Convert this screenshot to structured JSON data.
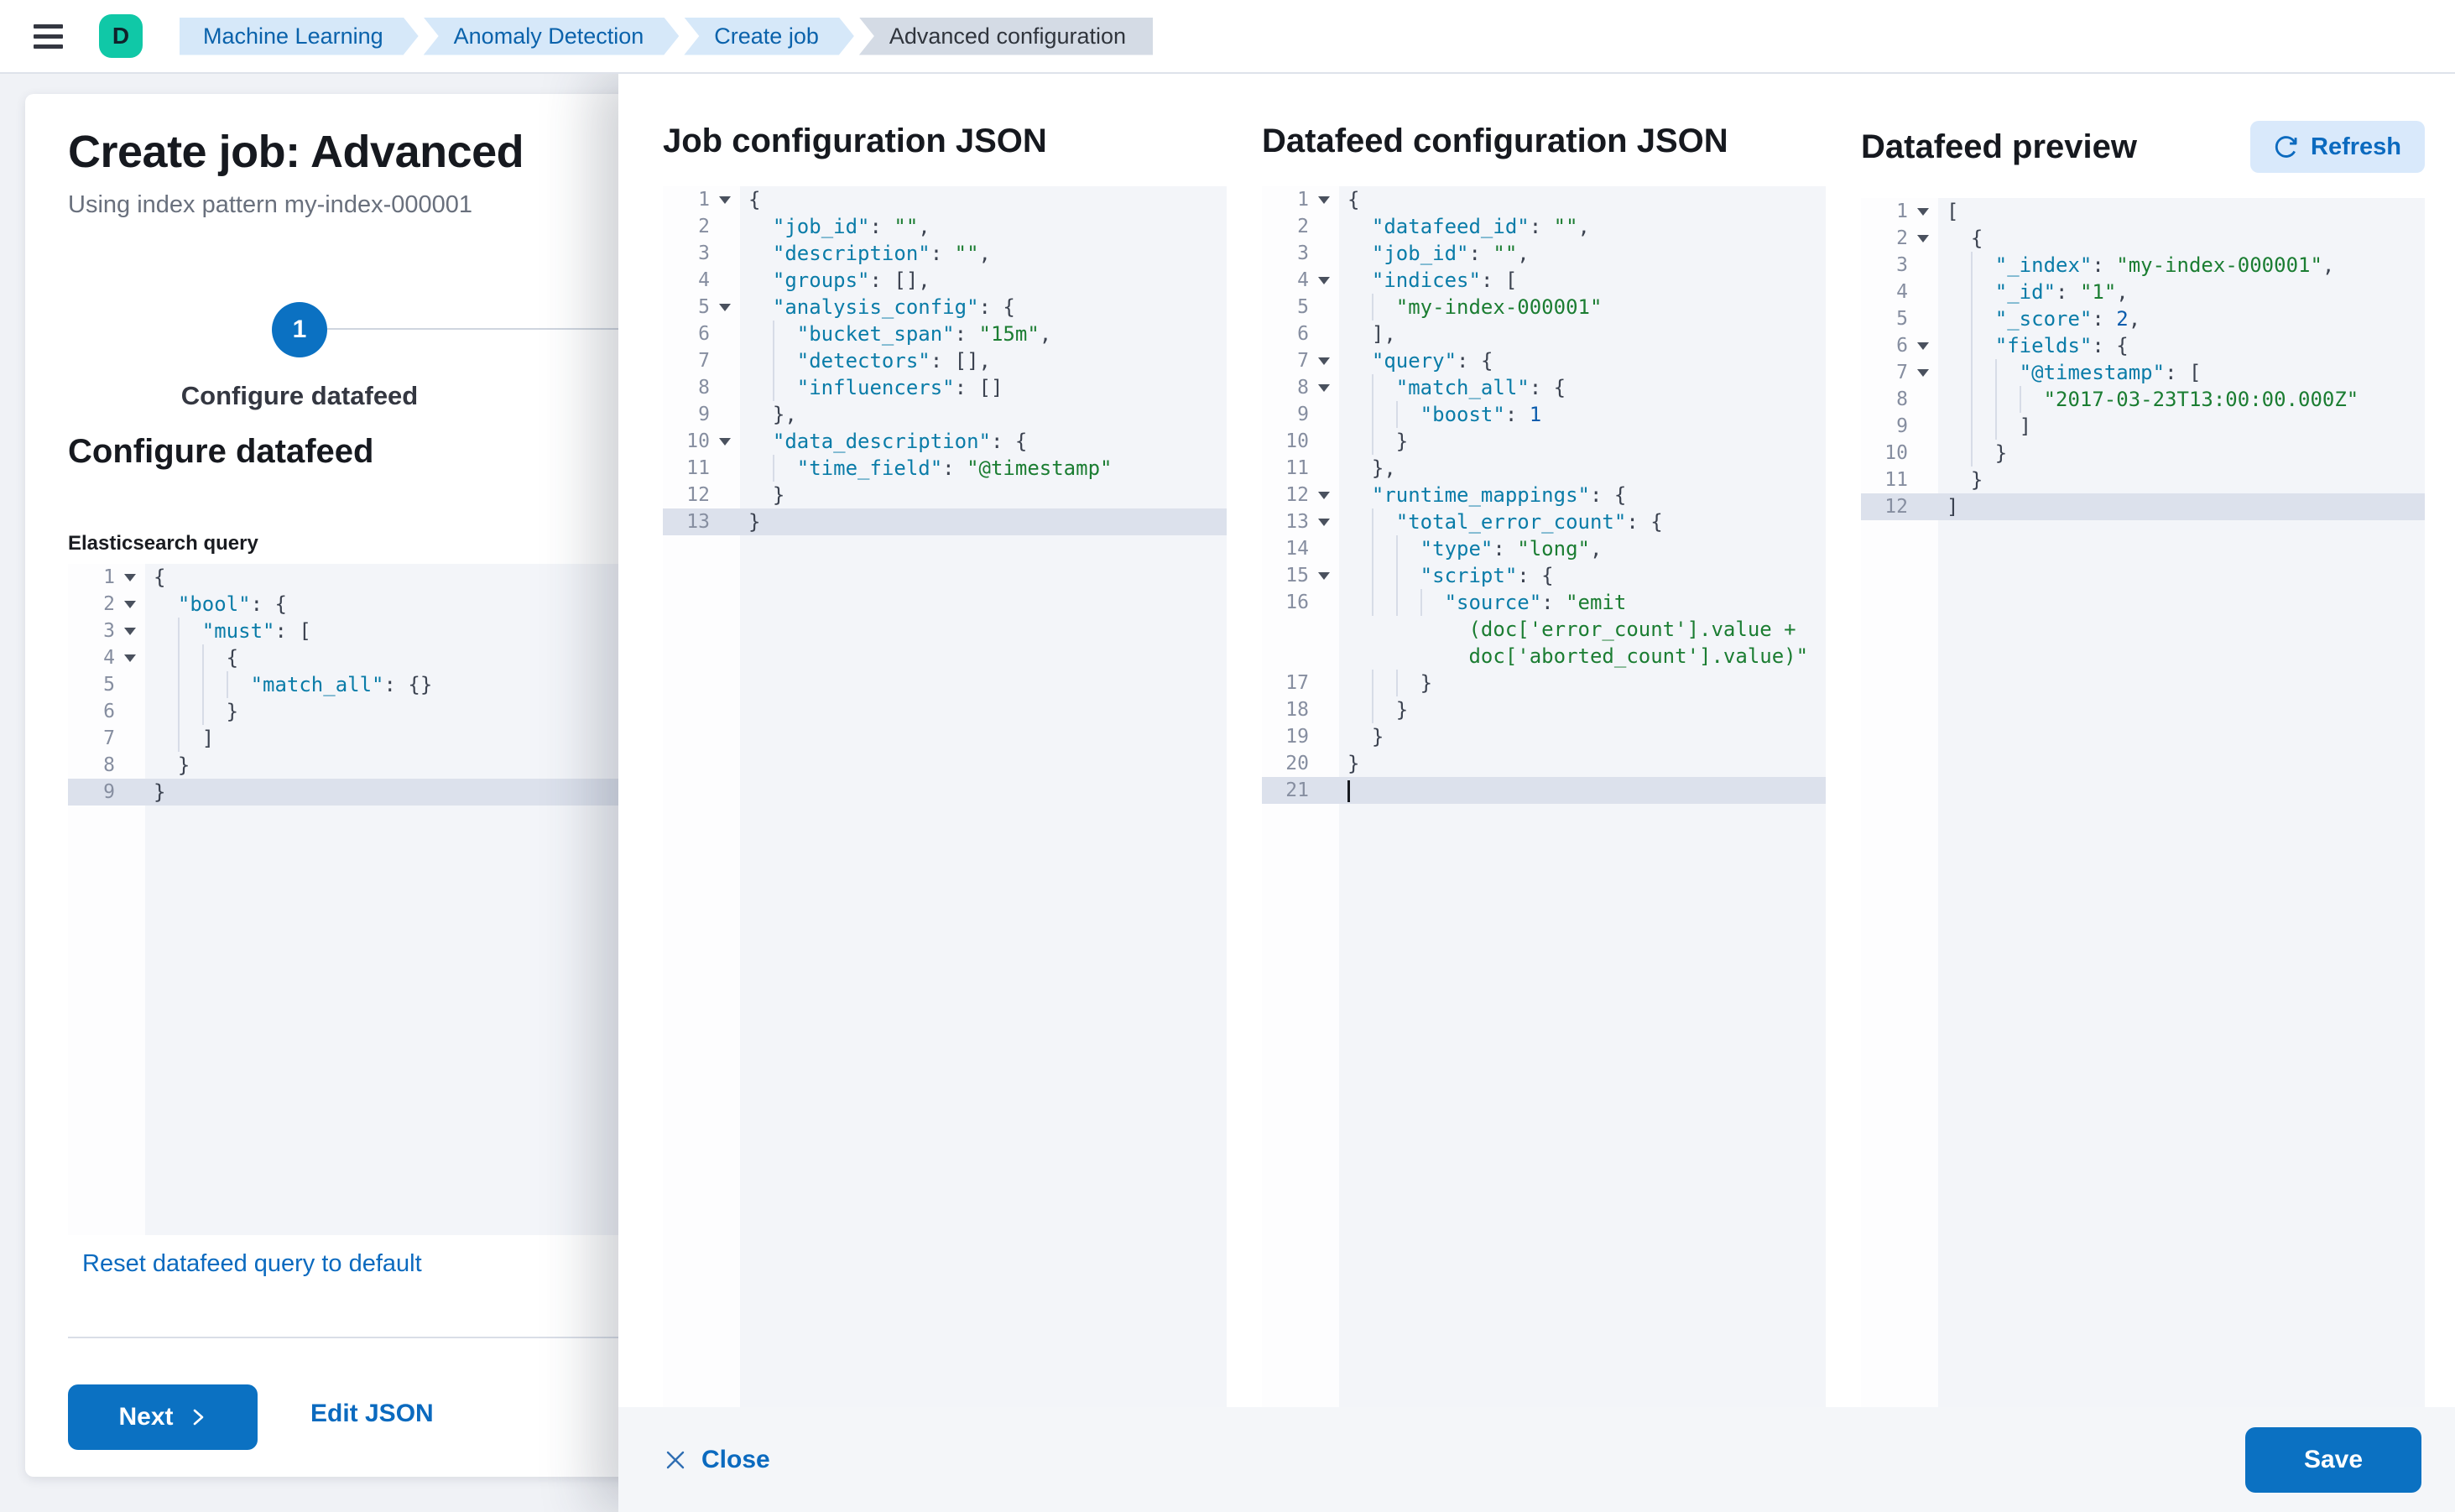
{
  "header": {
    "avatar_initial": "D",
    "breadcrumbs": [
      "Machine Learning",
      "Anomaly Detection",
      "Create job",
      "Advanced configuration"
    ]
  },
  "page": {
    "title": "Create job: Advanced",
    "subtitle": "Using index pattern my-index-000001",
    "step_number": "1",
    "step_label": "Configure datafeed",
    "section_title": "Configure datafeed",
    "query_label": "Elasticsearch query",
    "reset_link": "Reset datafeed query to default",
    "next_button": "Next",
    "edit_json_link": "Edit JSON"
  },
  "flyout": {
    "job_title": "Job configuration JSON",
    "datafeed_title": "Datafeed configuration JSON",
    "preview_title": "Datafeed preview",
    "refresh_button": "Refresh",
    "close_button": "Close",
    "save_button": "Save"
  },
  "colors": {
    "primary_button": "#0b71c2",
    "link_blue": "#0b6abf",
    "breadcrumb_bg": "#d6e8f9",
    "breadcrumb_current_bg": "#d4dbe5",
    "avatar_teal": "#10c8a7",
    "editor_bg": "#f3f5f9",
    "active_line": "#dce1ec",
    "code_key": "#0a7ca8",
    "code_string": "#1b7d32",
    "code_number": "#0b5cad"
  },
  "editors": {
    "esquery": {
      "rows": [
        {
          "n": "1",
          "f": true,
          "pad": 0,
          "g": 0,
          "t": [
            [
              "p",
              "{"
            ]
          ]
        },
        {
          "n": "2",
          "f": true,
          "pad": 2,
          "g": 0,
          "t": [
            [
              "k",
              "\"bool\""
            ],
            [
              "p",
              ": {"
            ]
          ]
        },
        {
          "n": "3",
          "f": true,
          "pad": 4,
          "g": 1,
          "t": [
            [
              "k",
              "\"must\""
            ],
            [
              "p",
              ": ["
            ]
          ]
        },
        {
          "n": "4",
          "f": true,
          "pad": 6,
          "g": 2,
          "t": [
            [
              "p",
              "{"
            ]
          ]
        },
        {
          "n": "5",
          "pad": 8,
          "g": 3,
          "t": [
            [
              "k",
              "\"match_all\""
            ],
            [
              "p",
              ": {}"
            ]
          ]
        },
        {
          "n": "6",
          "pad": 6,
          "g": 2,
          "t": [
            [
              "p",
              "}"
            ]
          ]
        },
        {
          "n": "7",
          "pad": 4,
          "g": 1,
          "t": [
            [
              "p",
              "]"
            ]
          ]
        },
        {
          "n": "8",
          "pad": 2,
          "g": 0,
          "t": [
            [
              "p",
              "}"
            ]
          ]
        },
        {
          "n": "9",
          "hl": true,
          "pad": 0,
          "g": 0,
          "t": [
            [
              "p",
              "}"
            ]
          ]
        }
      ]
    },
    "jobjson": {
      "rows": [
        {
          "n": "1",
          "f": true,
          "pad": 0,
          "g": 0,
          "t": [
            [
              "p",
              "{"
            ]
          ]
        },
        {
          "n": "2",
          "pad": 2,
          "g": 0,
          "t": [
            [
              "k",
              "\"job_id\""
            ],
            [
              "p",
              ": "
            ],
            [
              "s",
              "\"\""
            ],
            [
              "p",
              ","
            ]
          ]
        },
        {
          "n": "3",
          "pad": 2,
          "g": 0,
          "t": [
            [
              "k",
              "\"description\""
            ],
            [
              "p",
              ": "
            ],
            [
              "s",
              "\"\""
            ],
            [
              "p",
              ","
            ]
          ]
        },
        {
          "n": "4",
          "pad": 2,
          "g": 0,
          "t": [
            [
              "k",
              "\"groups\""
            ],
            [
              "p",
              ": [],"
            ]
          ]
        },
        {
          "n": "5",
          "f": true,
          "pad": 2,
          "g": 0,
          "t": [
            [
              "k",
              "\"analysis_config\""
            ],
            [
              "p",
              ": {"
            ]
          ]
        },
        {
          "n": "6",
          "pad": 4,
          "g": 1,
          "t": [
            [
              "k",
              "\"bucket_span\""
            ],
            [
              "p",
              ": "
            ],
            [
              "s",
              "\"15m\""
            ],
            [
              "p",
              ","
            ]
          ]
        },
        {
          "n": "7",
          "pad": 4,
          "g": 1,
          "t": [
            [
              "k",
              "\"detectors\""
            ],
            [
              "p",
              ": [],"
            ]
          ]
        },
        {
          "n": "8",
          "pad": 4,
          "g": 1,
          "t": [
            [
              "k",
              "\"influencers\""
            ],
            [
              "p",
              ": []"
            ]
          ]
        },
        {
          "n": "9",
          "pad": 2,
          "g": 0,
          "t": [
            [
              "p",
              "},"
            ]
          ]
        },
        {
          "n": "10",
          "f": true,
          "pad": 2,
          "g": 0,
          "t": [
            [
              "k",
              "\"data_description\""
            ],
            [
              "p",
              ": {"
            ]
          ]
        },
        {
          "n": "11",
          "pad": 4,
          "g": 1,
          "t": [
            [
              "k",
              "\"time_field\""
            ],
            [
              "p",
              ": "
            ],
            [
              "s",
              "\"@timestamp\""
            ]
          ]
        },
        {
          "n": "12",
          "pad": 2,
          "g": 0,
          "t": [
            [
              "p",
              "}"
            ]
          ]
        },
        {
          "n": "13",
          "hl": true,
          "pad": 0,
          "g": 0,
          "t": [
            [
              "p",
              "}"
            ]
          ]
        }
      ]
    },
    "dfjson": {
      "rows": [
        {
          "n": "1",
          "f": true,
          "pad": 0,
          "g": 0,
          "t": [
            [
              "p",
              "{"
            ]
          ]
        },
        {
          "n": "2",
          "pad": 2,
          "g": 0,
          "t": [
            [
              "k",
              "\"datafeed_id\""
            ],
            [
              "p",
              ": "
            ],
            [
              "s",
              "\"\""
            ],
            [
              "p",
              ","
            ]
          ]
        },
        {
          "n": "3",
          "pad": 2,
          "g": 0,
          "t": [
            [
              "k",
              "\"job_id\""
            ],
            [
              "p",
              ": "
            ],
            [
              "s",
              "\"\""
            ],
            [
              "p",
              ","
            ]
          ]
        },
        {
          "n": "4",
          "f": true,
          "pad": 2,
          "g": 0,
          "t": [
            [
              "k",
              "\"indices\""
            ],
            [
              "p",
              ": ["
            ]
          ]
        },
        {
          "n": "5",
          "pad": 4,
          "g": 1,
          "t": [
            [
              "s",
              "\"my-index-000001\""
            ]
          ]
        },
        {
          "n": "6",
          "pad": 2,
          "g": 0,
          "t": [
            [
              "p",
              "],"
            ]
          ]
        },
        {
          "n": "7",
          "f": true,
          "pad": 2,
          "g": 0,
          "t": [
            [
              "k",
              "\"query\""
            ],
            [
              "p",
              ": {"
            ]
          ]
        },
        {
          "n": "8",
          "f": true,
          "pad": 4,
          "g": 1,
          "t": [
            [
              "k",
              "\"match_all\""
            ],
            [
              "p",
              ": {"
            ]
          ]
        },
        {
          "n": "9",
          "pad": 6,
          "g": 2,
          "t": [
            [
              "k",
              "\"boost\""
            ],
            [
              "p",
              ": "
            ],
            [
              "n2",
              "1"
            ]
          ]
        },
        {
          "n": "10",
          "pad": 4,
          "g": 1,
          "t": [
            [
              "p",
              "}"
            ]
          ]
        },
        {
          "n": "11",
          "pad": 2,
          "g": 0,
          "t": [
            [
              "p",
              "},"
            ]
          ]
        },
        {
          "n": "12",
          "f": true,
          "pad": 2,
          "g": 0,
          "t": [
            [
              "k",
              "\"runtime_mappings\""
            ],
            [
              "p",
              ": {"
            ]
          ]
        },
        {
          "n": "13",
          "f": true,
          "pad": 4,
          "g": 1,
          "t": [
            [
              "k",
              "\"total_error_count\""
            ],
            [
              "p",
              ": {"
            ]
          ]
        },
        {
          "n": "14",
          "pad": 6,
          "g": 2,
          "t": [
            [
              "k",
              "\"type\""
            ],
            [
              "p",
              ": "
            ],
            [
              "s",
              "\"long\""
            ],
            [
              "p",
              ","
            ]
          ]
        },
        {
          "n": "15",
          "f": true,
          "pad": 6,
          "g": 2,
          "t": [
            [
              "k",
              "\"script\""
            ],
            [
              "p",
              ": {"
            ]
          ]
        },
        {
          "n": "16",
          "pad": 8,
          "g": 3,
          "t": [
            [
              "k",
              "\"source\""
            ],
            [
              "p",
              ": "
            ],
            [
              "s",
              "\"emit"
            ]
          ]
        },
        {
          "n": "",
          "pad": 10,
          "g": 0,
          "t": [
            [
              "s",
              "(doc['error_count'].value +"
            ]
          ]
        },
        {
          "n": "",
          "pad": 10,
          "g": 0,
          "t": [
            [
              "s",
              "doc['aborted_count'].value)\""
            ]
          ]
        },
        {
          "n": "17",
          "pad": 6,
          "g": 2,
          "t": [
            [
              "p",
              "}"
            ]
          ]
        },
        {
          "n": "18",
          "pad": 4,
          "g": 1,
          "t": [
            [
              "p",
              "}"
            ]
          ]
        },
        {
          "n": "19",
          "pad": 2,
          "g": 0,
          "t": [
            [
              "p",
              "}"
            ]
          ]
        },
        {
          "n": "20",
          "pad": 0,
          "g": 0,
          "t": [
            [
              "p",
              "}"
            ]
          ]
        },
        {
          "n": "21",
          "hl": true,
          "cur": true,
          "pad": 0,
          "g": 0,
          "t": []
        }
      ]
    },
    "preview": {
      "rows": [
        {
          "n": "1",
          "f": true,
          "pad": 0,
          "g": 0,
          "t": [
            [
              "p",
              "["
            ]
          ]
        },
        {
          "n": "2",
          "f": true,
          "pad": 2,
          "g": 0,
          "t": [
            [
              "p",
              "{"
            ]
          ]
        },
        {
          "n": "3",
          "pad": 4,
          "g": 1,
          "t": [
            [
              "k",
              "\"_index\""
            ],
            [
              "p",
              ": "
            ],
            [
              "s",
              "\"my-index-000001\""
            ],
            [
              "p",
              ","
            ]
          ]
        },
        {
          "n": "4",
          "pad": 4,
          "g": 1,
          "t": [
            [
              "k",
              "\"_id\""
            ],
            [
              "p",
              ": "
            ],
            [
              "s",
              "\"1\""
            ],
            [
              "p",
              ","
            ]
          ]
        },
        {
          "n": "5",
          "pad": 4,
          "g": 1,
          "t": [
            [
              "k",
              "\"_score\""
            ],
            [
              "p",
              ": "
            ],
            [
              "n2",
              "2"
            ],
            [
              "p",
              ","
            ]
          ]
        },
        {
          "n": "6",
          "f": true,
          "pad": 4,
          "g": 1,
          "t": [
            [
              "k",
              "\"fields\""
            ],
            [
              "p",
              ": {"
            ]
          ]
        },
        {
          "n": "7",
          "f": true,
          "pad": 6,
          "g": 2,
          "t": [
            [
              "k",
              "\"@timestamp\""
            ],
            [
              "p",
              ": ["
            ]
          ]
        },
        {
          "n": "8",
          "pad": 8,
          "g": 3,
          "t": [
            [
              "s",
              "\"2017-03-23T13:00:00.000Z\""
            ]
          ]
        },
        {
          "n": "9",
          "pad": 6,
          "g": 2,
          "t": [
            [
              "p",
              "]"
            ]
          ]
        },
        {
          "n": "10",
          "pad": 4,
          "g": 1,
          "t": [
            [
              "p",
              "}"
            ]
          ]
        },
        {
          "n": "11",
          "pad": 2,
          "g": 0,
          "t": [
            [
              "p",
              "}"
            ]
          ]
        },
        {
          "n": "12",
          "hl": true,
          "pad": 0,
          "g": 0,
          "t": [
            [
              "p",
              "]"
            ]
          ]
        }
      ]
    }
  }
}
